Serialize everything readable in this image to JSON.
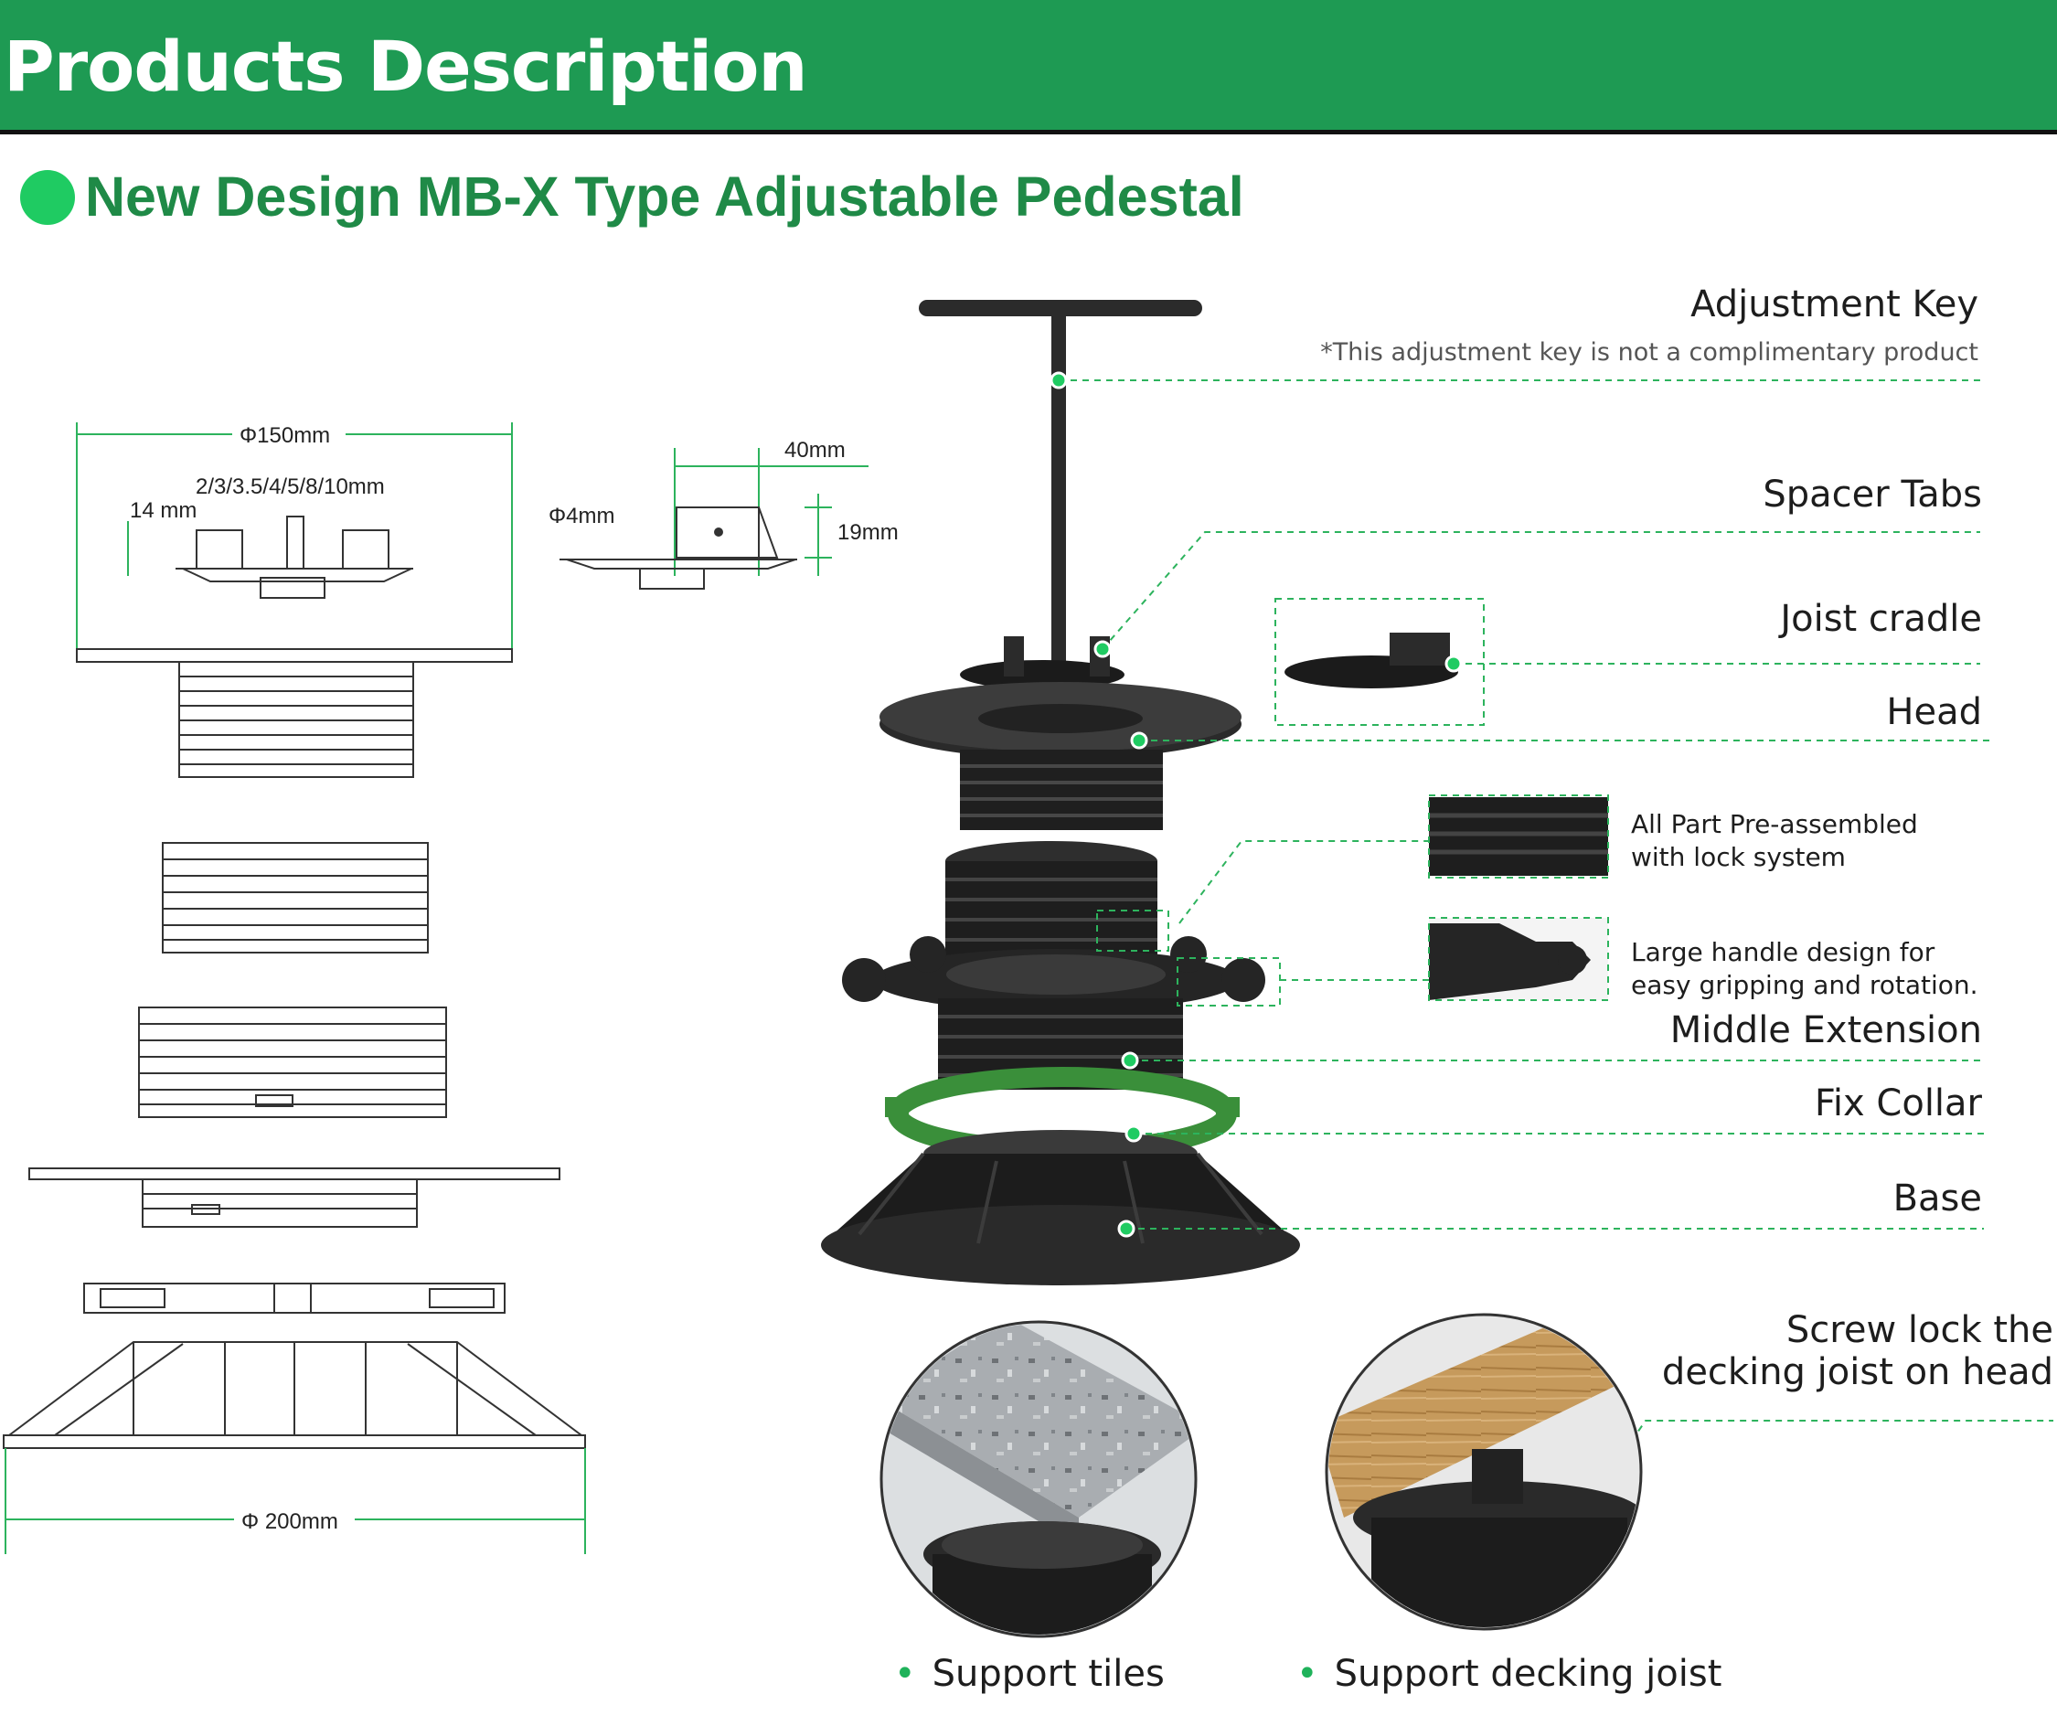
{
  "header": {
    "title": "Products Description"
  },
  "subtitle": "New Design MB-X Type Adjustable Pedestal",
  "drawing": {
    "top_diameter": "Φ150mm",
    "tab_sizes": "2/3/3.5/4/5/8/10mm",
    "tab_height": "14 mm",
    "key_hole": "Φ4mm",
    "cradle_width": "40mm",
    "cradle_height": "19mm",
    "base_diameter": "Φ 200mm"
  },
  "labels": {
    "adjustment_key": "Adjustment Key",
    "adjustment_note": "*This adjustment key is not a complimentary product",
    "spacer_tabs": "Spacer Tabs",
    "joist_cradle": "Joist cradle",
    "head": "Head",
    "preassembled_line1": "All Part Pre-assembled",
    "preassembled_line2": "with lock system",
    "handle_line1": "Large handle design for",
    "handle_line2": "easy gripping and rotation.",
    "middle_extension": "Middle Extension",
    "fix_collar": "Fix Collar",
    "base": "Base",
    "screw_lock_line1": "Screw lock the",
    "screw_lock_line2": "decking joist on head"
  },
  "bottom": {
    "support_tiles": "Support tiles",
    "support_joist": "Support decking joist"
  },
  "colors": {
    "header_green": "#1e9a53",
    "title_green": "#1f8a47",
    "accent_green": "#1fcb62",
    "collar_green": "#3a8f3a"
  }
}
